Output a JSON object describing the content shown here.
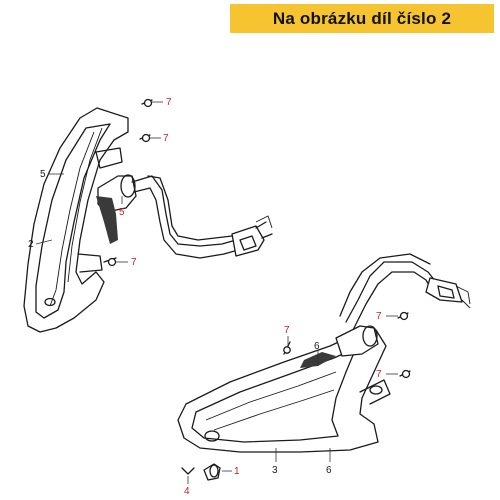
{
  "banner": {
    "text": "Na obrázku díl číslo 2"
  },
  "callouts": {
    "c7a": "7",
    "c7b": "7",
    "c7c": "7",
    "c7d": "7",
    "c7e": "7",
    "c7f": "7",
    "c4": "4",
    "c5left": "5",
    "c5mid": "5",
    "c2": "2",
    "c6top": "6",
    "c1": "1",
    "c3": "3",
    "c6bot": "6"
  },
  "colors": {
    "banner_bg": "#f6c431",
    "callout_red": "#c81e1e",
    "callout_black": "#1a1a1a",
    "linework": "#1a1a1a"
  }
}
